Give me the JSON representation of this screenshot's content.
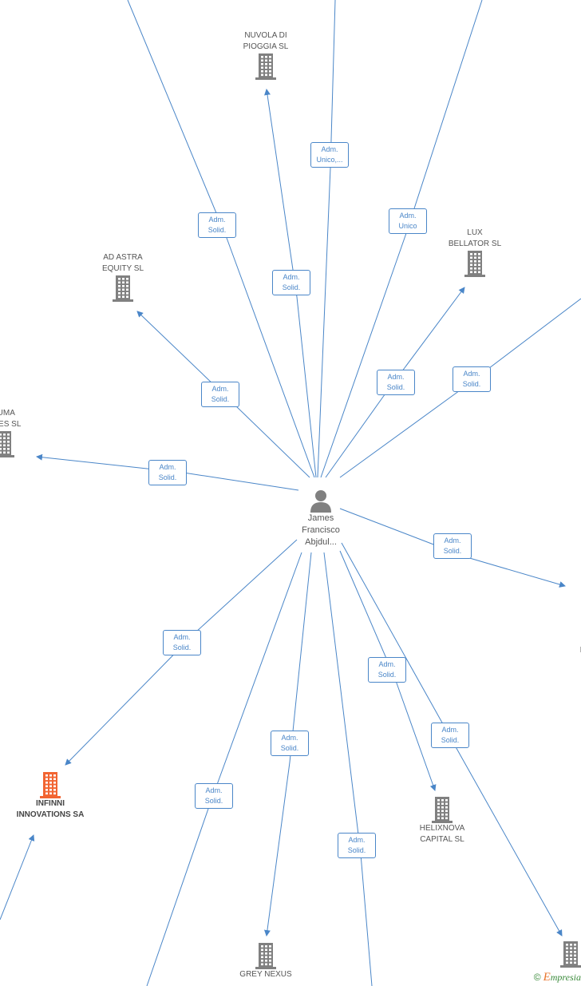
{
  "center": {
    "name_lines": [
      "James",
      "Francisco",
      "Abjdul..."
    ]
  },
  "companies": [
    {
      "id": "nuvola",
      "name_lines": [
        "NUVOLA DI",
        "PIOGGIA  SL"
      ],
      "highlight": false
    },
    {
      "id": "ad_astra",
      "name_lines": [
        "AD ASTRA",
        "EQUITY  SL"
      ],
      "highlight": false
    },
    {
      "id": "lux",
      "name_lines": [
        "LUX",
        "BELLATOR  SL"
      ],
      "highlight": false
    },
    {
      "id": "luma",
      "name_lines": [
        "LUMA",
        "URES  SL"
      ],
      "highlight": false
    },
    {
      "id": "av",
      "name_lines": [
        "AV",
        "A",
        "INTE"
      ],
      "highlight": false
    },
    {
      "id": "infinni",
      "name_lines": [
        "INFINNI",
        "INNOVATIONS SA"
      ],
      "highlight": true
    },
    {
      "id": "helixnova",
      "name_lines": [
        "HELIXNOVA",
        "CAPITAL  SL"
      ],
      "highlight": false
    },
    {
      "id": "grey",
      "name_lines": [
        "GREY NEXUS"
      ],
      "highlight": false
    },
    {
      "id": "br",
      "name_lines": [],
      "highlight": false
    }
  ],
  "edges": [
    {
      "label": [
        "Adm.",
        "Solid."
      ]
    },
    {
      "label": [
        "Adm.",
        "Unico,..."
      ]
    },
    {
      "label": [
        "Adm.",
        "Solid."
      ]
    },
    {
      "label": [
        "Adm.",
        "Unico"
      ]
    },
    {
      "label": [
        "Adm.",
        "Solid."
      ]
    },
    {
      "label": [
        "Adm.",
        "Solid."
      ]
    },
    {
      "label": [
        "Adm.",
        "Solid."
      ]
    },
    {
      "label": [
        "Adm.",
        "Solid."
      ]
    },
    {
      "label": [
        "Adm.",
        "Solid."
      ]
    },
    {
      "label": [
        "Adm.",
        "Solid."
      ]
    },
    {
      "label": [
        "Adm.",
        "Solid."
      ]
    },
    {
      "label": [
        "Adm.",
        "Solid."
      ]
    },
    {
      "label": [
        "Adm.",
        "Solid."
      ]
    },
    {
      "label": [
        "Adm.",
        "Solid."
      ]
    },
    {
      "label": [
        "Adm.",
        "Solid."
      ]
    }
  ],
  "footer": {
    "copyright": "©",
    "brand_initial": "E",
    "brand_rest": "mpresia"
  },
  "colors": {
    "line": "#4a86c8",
    "building": "#808080",
    "highlight": "#f26532"
  }
}
